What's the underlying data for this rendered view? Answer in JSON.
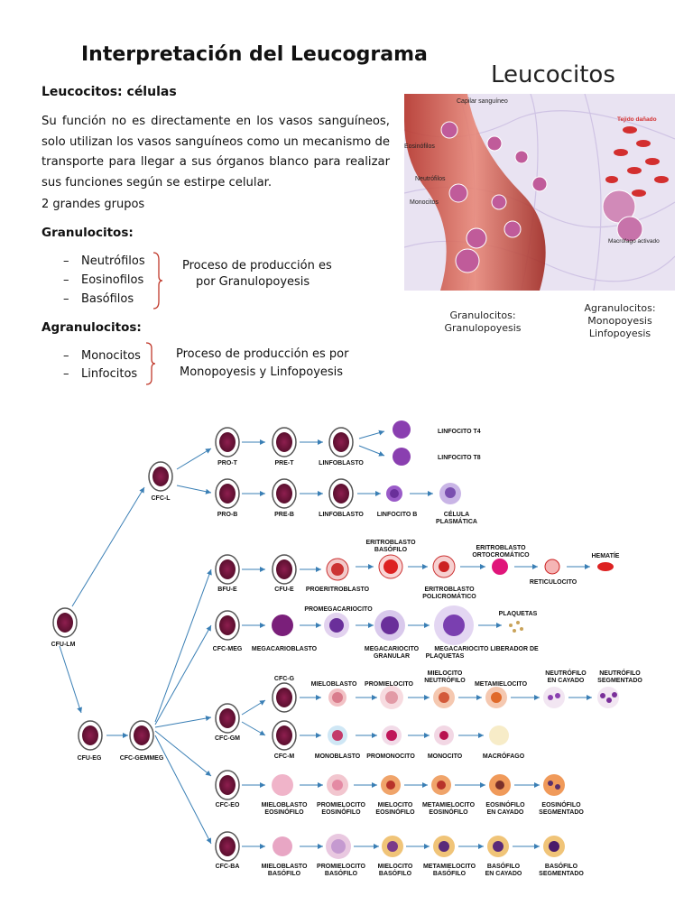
{
  "title": "Interpretación del Leucograma",
  "subtitle": "Leucocitos: células",
  "paragraph": "Su función no es directamente en los vasos sanguíneos, solo utilizan los vasos sanguíneos como un mecanismo de transporte para llegar a sus órganos blanco para realizar sus funciones según se estirpe celular.",
  "groups_text": "2 grandes grupos",
  "granulocitos": {
    "heading": "Granulocitos:",
    "items": [
      "Neutrófilos",
      "Eosinofilos",
      "Basófilos"
    ],
    "note_line1": "Proceso de producción es",
    "note_line2": "por Granulopoyesis"
  },
  "agranulocitos": {
    "heading": "Agranulocitos:",
    "items": [
      "Monocitos",
      "Linfocitos"
    ],
    "note_line1": "Proceso de producción es por",
    "note_line2": "Monopoyesis y Linfopoyesis"
  },
  "figure": {
    "title": "Leucocitos",
    "labels": {
      "capilar": "Capilar sanguíneo",
      "tejido": "Tejido dañado",
      "eosinofilos": "Eosinófilos",
      "neutrofilos": "Neutrófilos",
      "monocitos": "Monocitos",
      "macrofago": "Macrófago activado"
    },
    "caption_left_1": "Granulocitos:",
    "caption_left_2": "Granulopoyesis",
    "caption_right_1": "Agranulocitos:",
    "caption_right_2": "Monopoyesis",
    "caption_right_3": "Linfopoyesis"
  },
  "hematopoiesis": {
    "cfu_lm": "CFU-LM",
    "cfc_l": "CFC-L",
    "cfu_eg": "CFU-EG",
    "cfc_gemmeg": "CFC-GEMMEG",
    "t_row": [
      "PRO-T",
      "PRE-T",
      "LINFOBLASTO"
    ],
    "t4": "LINFOCITO T4",
    "t8": "LINFOCITO T8",
    "b_row": [
      "PRO-B",
      "PRE-B",
      "LINFOBLASTO",
      "LINFOCITO B",
      "CÉLULA",
      "PLASMÁTICA"
    ],
    "ery_row": [
      "BFU-E",
      "CFU-E",
      "PROERITROBLASTO",
      "ERITROBLASTO",
      "BASÓFILO",
      "ERITROBLASTO",
      "POLICROMÁTICO",
      "ERITROBLASTO",
      "ORTOCROMÁTICO",
      "RETICULOCITO",
      "HEMATÍE"
    ],
    "meg_row": [
      "CFC-MEG",
      "MEGACARIOBLASTO",
      "PROMEGACARIOCITO",
      "MEGACARIOCITO",
      "GRANULAR",
      "MEGACARIOCITO LIBERADOR DE",
      "PLAQUETAS",
      "PLAQUETAS"
    ],
    "gm_row": [
      "CFC-GM",
      "CFC-G",
      "MIELOBLASTO",
      "PROMIELOCITO",
      "MIELOCITO",
      "NEUTRÓFILO",
      "METAMIELOCITO",
      "NEUTRÓFILO",
      "EN CAYADO",
      "NEUTRÓFILO",
      "SEGMENTADO"
    ],
    "m_row": [
      "CFC-M",
      "MONOBLASTO",
      "PROMONOCITO",
      "MONOCITO",
      "MACRÓFAGO"
    ],
    "eo_row": [
      "CFC-EO",
      "MIELOBLASTO",
      "EOSINÓFILO",
      "PROMIELOCITO",
      "EOSINÓFILO",
      "MIELOCITO",
      "EOSINÓFILO",
      "METAMIELOCITO",
      "EOSINÓFILO",
      "EOSINÓFILO",
      "EN CAYADO",
      "EOSINÓFILO",
      "SEGMENTADO"
    ],
    "ba_row": [
      "CFC-BA",
      "MIELOBLASTO",
      "BASÓFILO",
      "PROMIELOCITO",
      "BASÓFILO",
      "MIELOCITO",
      "BASÓFILO",
      "METAMIELOCITO",
      "BASÓFILO",
      "BASÓFILO",
      "EN CAYADO",
      "BASÓFILO",
      "SEGMENTADO"
    ]
  }
}
